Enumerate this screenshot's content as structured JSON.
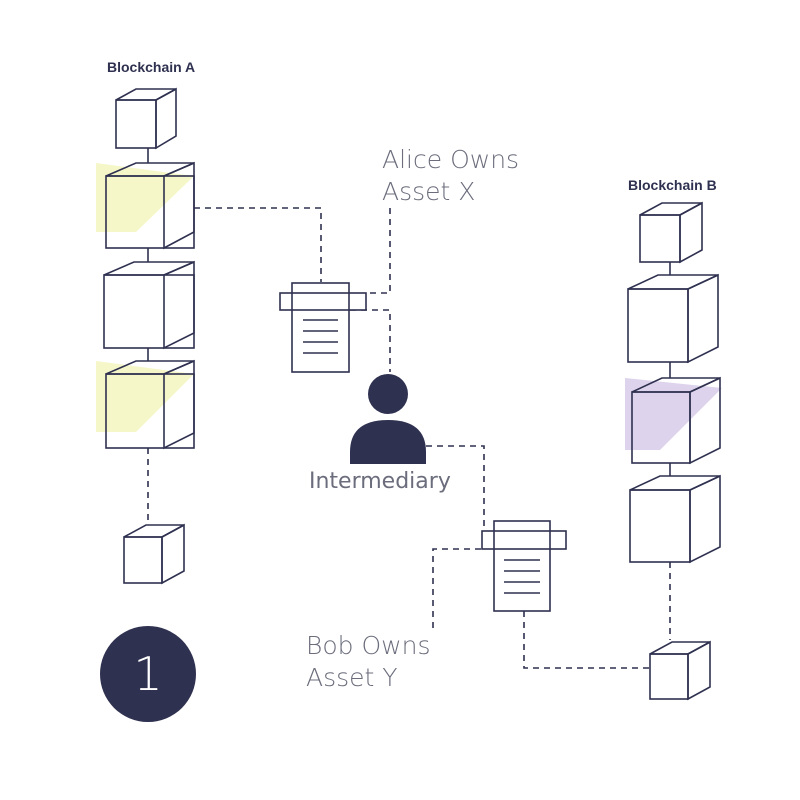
{
  "blockchain_a": {
    "title": "Blockchain A"
  },
  "blockchain_b": {
    "title": "Blockchain B"
  },
  "labels": {
    "alice_line1": "Alice Owns",
    "alice_line2": "Asset X",
    "bob_line1": "Bob Owns",
    "bob_line2": "Asset Y",
    "intermediary": "Intermediary"
  },
  "step": {
    "number": "1"
  },
  "colors": {
    "ink": "#2f3150",
    "highlight_a": "#f6f7c9",
    "highlight_b": "#ddd3ec",
    "label_text": "#6b6d7c"
  },
  "icons": [
    "block-cube-icon",
    "document-icon",
    "person-icon"
  ]
}
